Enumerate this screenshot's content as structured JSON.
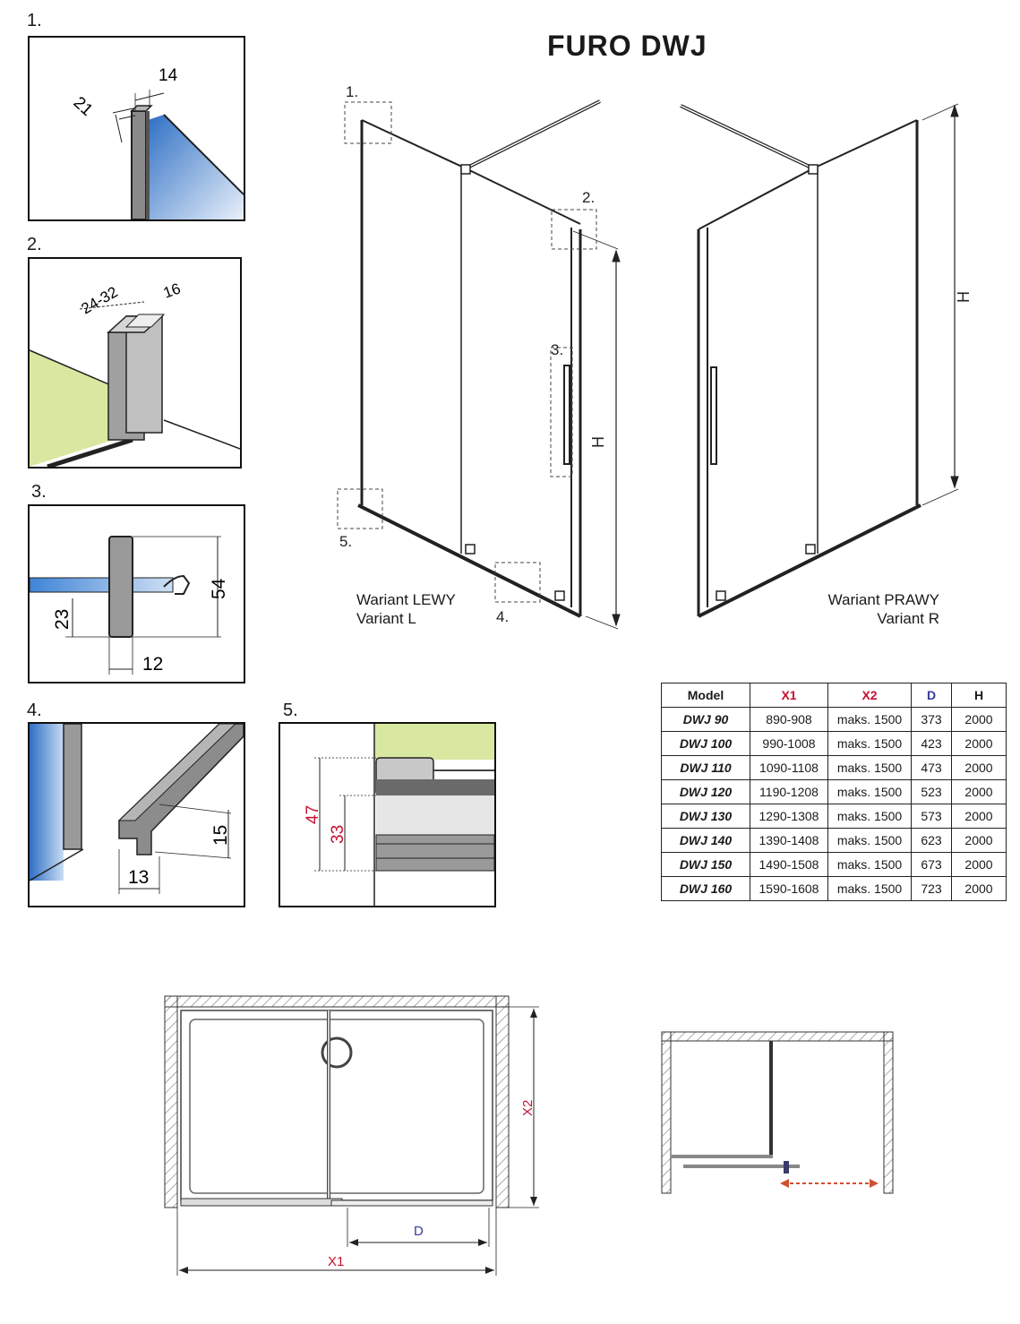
{
  "title": "FURO DWJ",
  "details": [
    {
      "label": "1.",
      "dims": [
        "21",
        "14"
      ]
    },
    {
      "label": "2.",
      "dims": [
        "24-32",
        "16"
      ]
    },
    {
      "label": "3.",
      "dims": [
        "54",
        "23",
        "12"
      ]
    },
    {
      "label": "4.",
      "dims": [
        "15",
        "13"
      ]
    },
    {
      "label": "5.",
      "dims": [
        "47",
        "33"
      ]
    }
  ],
  "elevation": {
    "callouts": [
      "1.",
      "2.",
      "3.",
      "4.",
      "5."
    ],
    "height_label": "H",
    "left_variant": [
      "Wariant LEWY",
      "Variant L"
    ],
    "right_variant": [
      "Wariant PRAWY",
      "Variant R"
    ]
  },
  "table": {
    "headers": [
      "Model",
      "X1",
      "X2",
      "D",
      "H"
    ],
    "header_colors": [
      "#222222",
      "#c8102e",
      "#c8102e",
      "#3a3aa0",
      "#222222"
    ],
    "rows": [
      [
        "DWJ 90",
        "890-908",
        "maks. 1500",
        "373",
        "2000"
      ],
      [
        "DWJ 100",
        "990-1008",
        "maks. 1500",
        "423",
        "2000"
      ],
      [
        "DWJ 110",
        "1090-1108",
        "maks. 1500",
        "473",
        "2000"
      ],
      [
        "DWJ 120",
        "1190-1208",
        "maks. 1500",
        "523",
        "2000"
      ],
      [
        "DWJ 130",
        "1290-1308",
        "maks. 1500",
        "573",
        "2000"
      ],
      [
        "DWJ 140",
        "1390-1408",
        "maks. 1500",
        "623",
        "2000"
      ],
      [
        "DWJ 150",
        "1490-1508",
        "maks. 1500",
        "673",
        "2000"
      ],
      [
        "DWJ 160",
        "1590-1608",
        "maks. 1500",
        "723",
        "2000"
      ]
    ]
  },
  "plan": {
    "labels": [
      "X2",
      "D",
      "X1"
    ]
  },
  "colors": {
    "red_dim": "#c8102e",
    "blue_dim": "#3a3aa0",
    "glass": "#3f84d6",
    "green": "#d8e8a0"
  }
}
